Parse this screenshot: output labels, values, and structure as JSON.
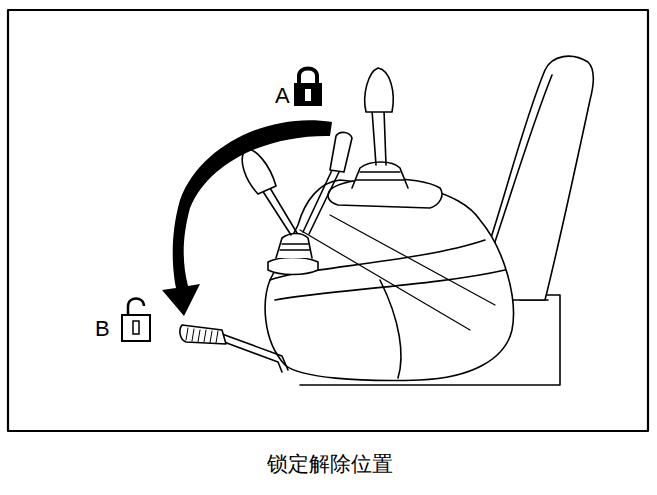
{
  "diagram": {
    "caption": "锁定解除位置",
    "labels": [
      "A",
      "B"
    ]
  }
}
